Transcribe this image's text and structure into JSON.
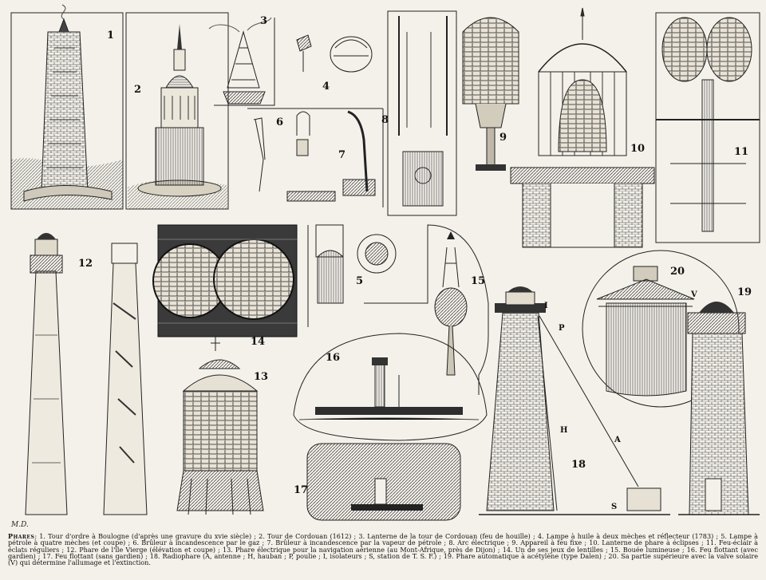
{
  "figures": [
    {
      "number": "1"
    },
    {
      "number": "2"
    },
    {
      "number": "3"
    },
    {
      "number": "4"
    },
    {
      "number": "5"
    },
    {
      "number": "6"
    },
    {
      "number": "7"
    },
    {
      "number": "8"
    },
    {
      "number": "9"
    },
    {
      "number": "10"
    },
    {
      "number": "11"
    },
    {
      "number": "12"
    },
    {
      "number": "13"
    },
    {
      "number": "14"
    },
    {
      "number": "15"
    },
    {
      "number": "16"
    },
    {
      "number": "17"
    },
    {
      "number": "18"
    },
    {
      "number": "19"
    },
    {
      "number": "20"
    }
  ],
  "part_labels": {
    "I": "I",
    "P": "P",
    "H": "H",
    "A": "A",
    "S": "S",
    "V": "V"
  },
  "signature": "M.D.",
  "caption": {
    "title": "Phares",
    "text": ": 1. Tour d'ordre à Boulogne (d'après une gravure du xvie siècle) ; 2. Tour de Cordouan (1612) ; 3. Lanterne de la tour de Cordouan (feu de houille) ; 4. Lampe à huile à deux mèches et réflecteur (1783) ; 5. Lampe à pétrole à quatre mèches (et coupe) ; 6. Brûleur à incandescence par le gaz ; 7. Brûleur à incandescence par la vapeur de pétrole ; 8. Arc électrique ; 9. Appareil à feu fixe ; 10. Lanterne de phare à éclipses ; 11. Feu-éclair à éclats réguliers ; 12. Phare de l'île Vierge (élévation et coupe) ; 13. Phare électrique pour la navigation aérienne (au Mont-Afrique, près de Dijon) ; 14. Un de ses jeux de lentilles ; 15. Bouée lumineuse ; 16. Feu flottant (avec gardien) ; 17. Feu flottant (sans gardien) ; 18. Radiophare (A, antenne ; H, hauban ; P, poulie ; I, isolateurs ; S, station de T. S. F.) ; 19. Phare automatique à acétylène (type Dalen) ; 20. Sa partie supérieure avec la valve solaire (V) qui détermine l'allumage et l'extinction."
  }
}
